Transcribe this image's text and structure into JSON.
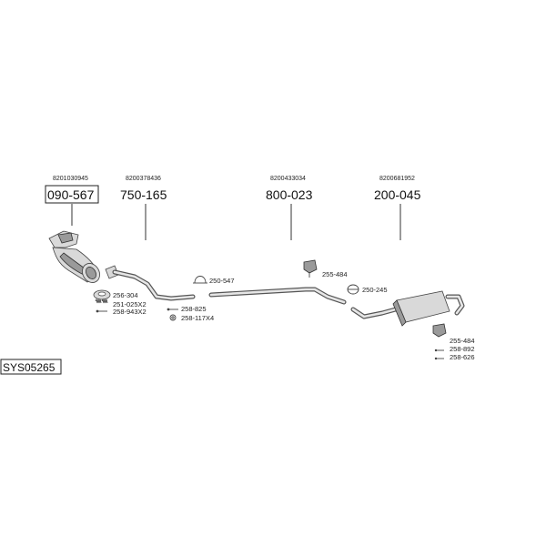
{
  "main_parts": [
    {
      "oem": "8201030945",
      "part_no": "090-567",
      "boxed": true
    },
    {
      "oem": "8200378436",
      "part_no": "750-165",
      "boxed": false
    },
    {
      "oem": "8200433034",
      "part_no": "800-023",
      "boxed": false
    },
    {
      "oem": "8200681952",
      "part_no": "200-045",
      "boxed": false
    }
  ],
  "small_parts": {
    "p256_304": "256-304",
    "p251_025": "251-025X2",
    "p258_943": "258-943X2",
    "p258_825": "258-825",
    "p258_117": "258-117X4",
    "p250_547": "250-547",
    "p255_484a": "255-484",
    "p250_245": "250-245",
    "p255_484b": "255-484",
    "p258_892": "258-892",
    "p258_626": "258-626"
  },
  "system_code": "SYS05265"
}
